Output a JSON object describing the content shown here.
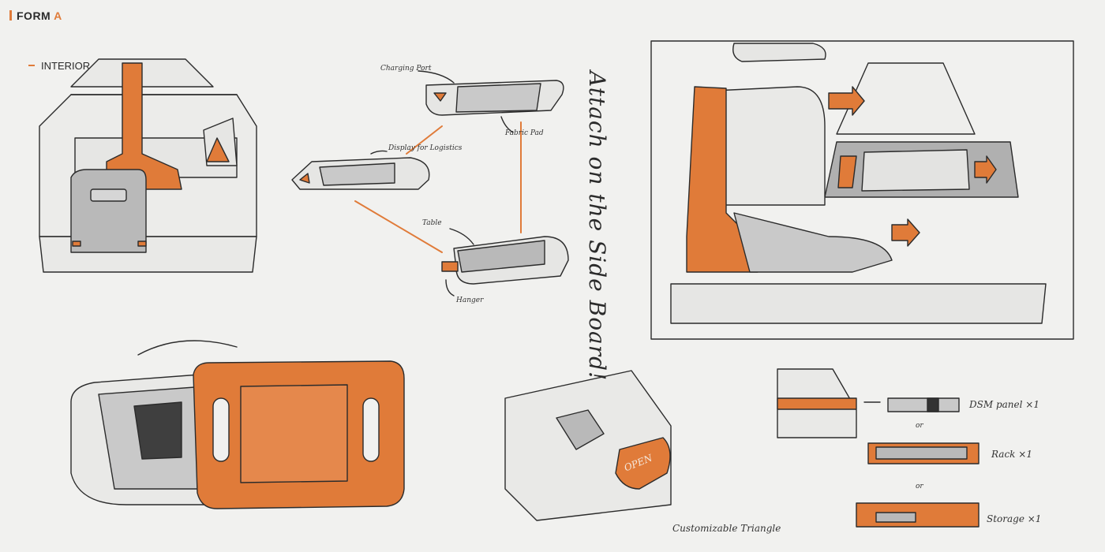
{
  "header": {
    "prefix": "FORM",
    "accent": "A"
  },
  "section": {
    "label": "INTERIOR"
  },
  "annotations": {
    "charging_port": "Charging Port",
    "fabric_pad": "Fabric Pad",
    "display_logistics": "Display for Logistics",
    "table": "Table",
    "hanger": "Hanger",
    "side_board": "Attach on the Side Board!",
    "customizable_triangle": "Customizable Triangle",
    "open_label": "OPEN",
    "dsm_panel": "DSM panel ×1",
    "or_1": "or",
    "rack": "Rack ×1",
    "or_2": "or",
    "storage": "Storage ×1"
  },
  "colors": {
    "accent": "#e07b39",
    "background": "#f1f1ef",
    "line": "#2b2b2b",
    "fill_grey": "#c9c9c9",
    "fill_light": "#e9e9e7"
  }
}
